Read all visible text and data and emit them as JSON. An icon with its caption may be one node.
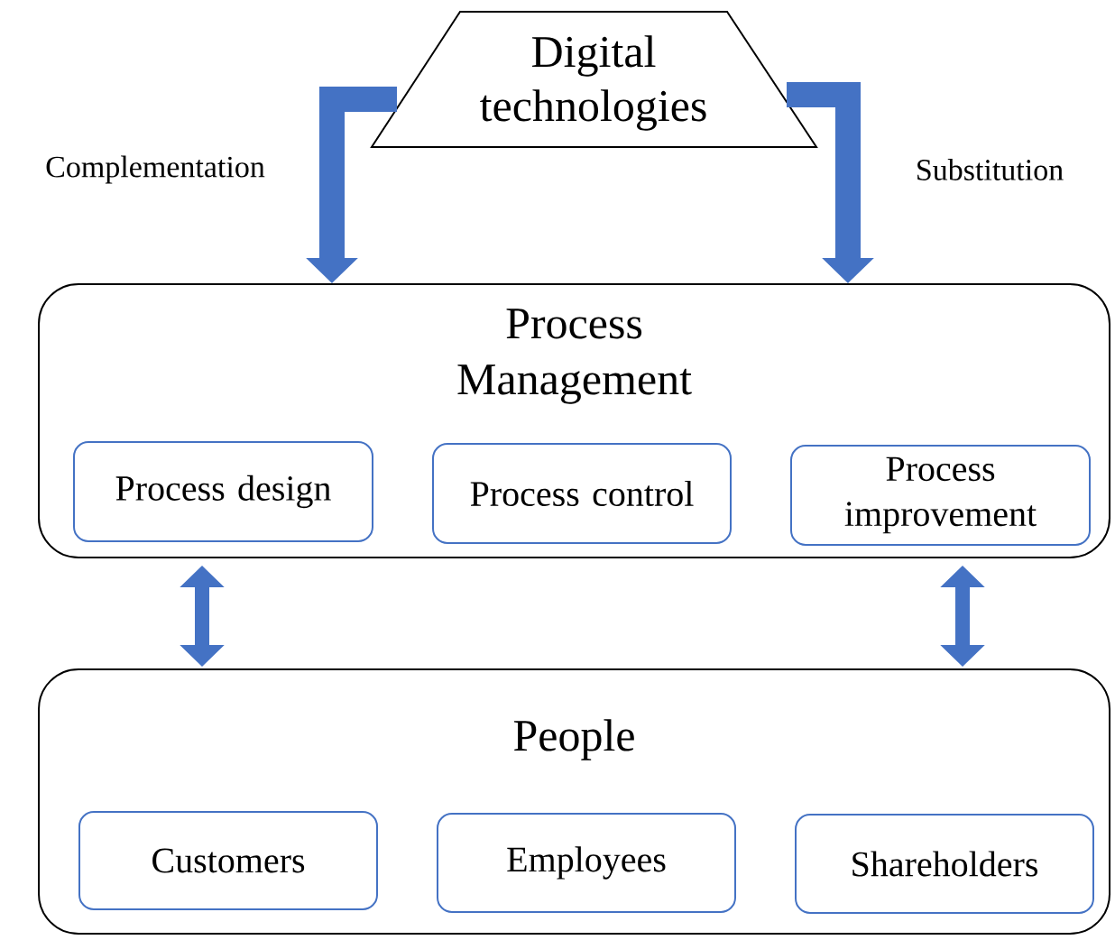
{
  "diagram": {
    "nodes": [
      {
        "text": [
          "Digital technologies"
        ]
      },
      {
        "text": [
          "Process Management"
        ]
      },
      {
        "text": [
          "Process design"
        ],
        "in": 1
      },
      {
        "text": [
          "Process control"
        ],
        "in": 1
      },
      {
        "text": [
          "Process improvement"
        ],
        "in": 1
      },
      {
        "text": [
          "People"
        ]
      },
      {
        "text": [
          "Customers"
        ],
        "in": 5
      },
      {
        "text": [
          "Employees"
        ],
        "in": 5
      },
      {
        "text": [
          "Shareholders"
        ],
        "in": 5
      }
    ],
    "edges": [
      {
        "from": 0,
        "to": 1,
        "arrow": "to",
        "label": "Complementation"
      },
      {
        "from": 0,
        "to": 1,
        "arrow": "to",
        "label": "Substitution"
      },
      {
        "from": 1,
        "to": 5,
        "arrow": "both"
      },
      {
        "from": 1,
        "to": 5,
        "arrow": "both"
      }
    ]
  }
}
